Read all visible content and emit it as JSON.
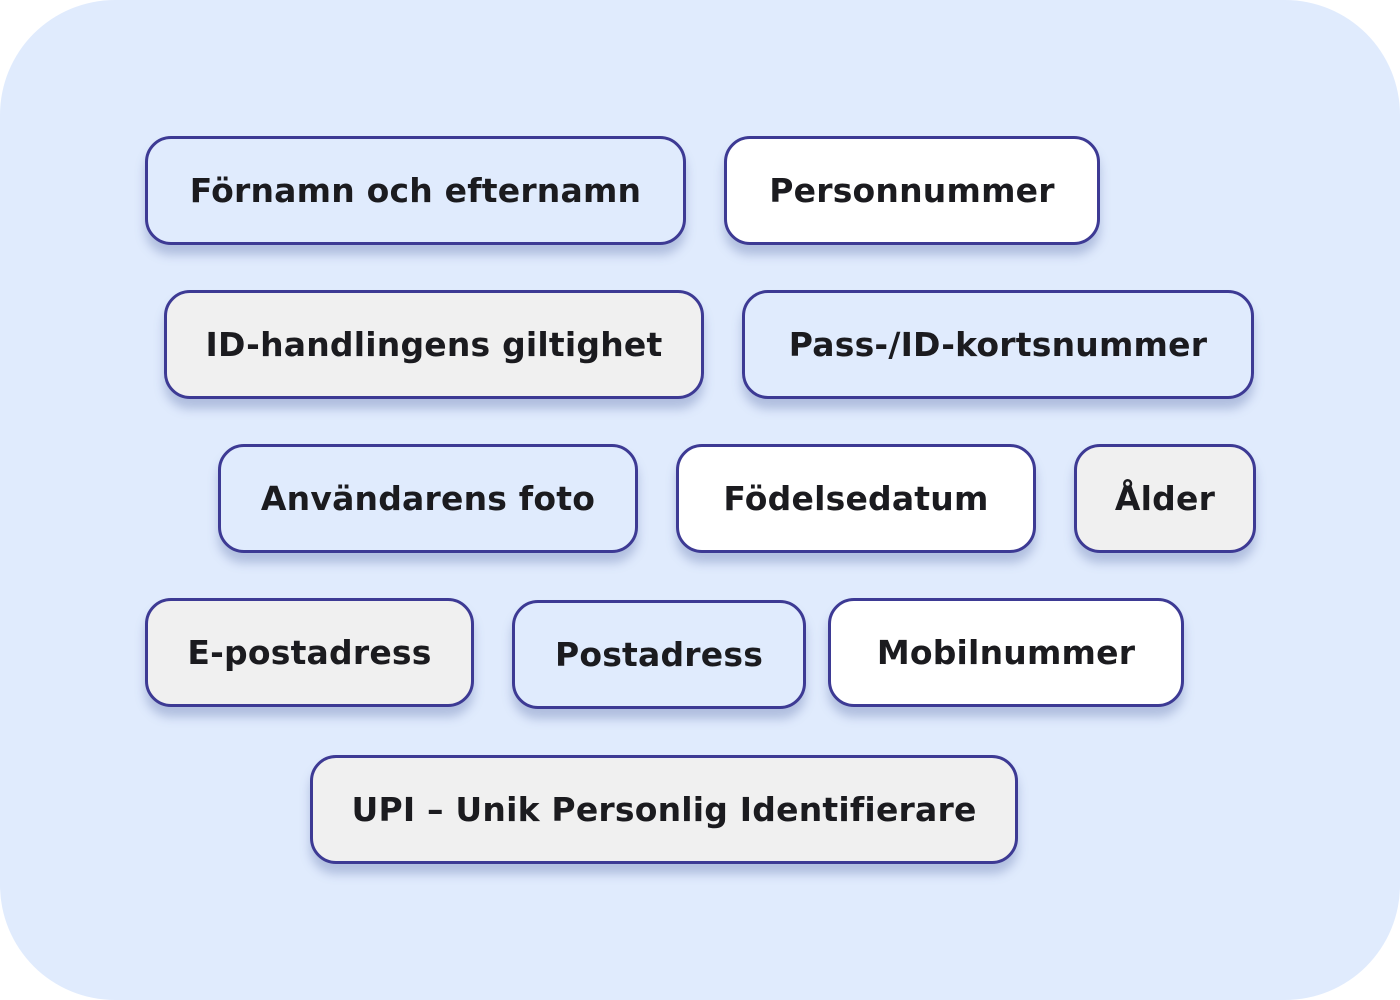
{
  "colors": {
    "panel": "#e0ebfd",
    "border": "#3d3a94",
    "blue": "#e0ebfd",
    "white": "#ffffff",
    "gray": "#f0f0f0"
  },
  "tags": [
    {
      "label": "Förnamn och efternamn",
      "fill": "blue"
    },
    {
      "label": "Personnummer",
      "fill": "white"
    },
    {
      "label": "ID-handlingens giltighet",
      "fill": "gray"
    },
    {
      "label": "Pass-/ID-kortsnummer",
      "fill": "blue"
    },
    {
      "label": "Användarens foto",
      "fill": "blue"
    },
    {
      "label": "Födelsedatum",
      "fill": "white"
    },
    {
      "label": "Ålder",
      "fill": "gray"
    },
    {
      "label": "E-postadress",
      "fill": "gray"
    },
    {
      "label": "Postadress",
      "fill": "blue"
    },
    {
      "label": "Mobilnummer",
      "fill": "white"
    },
    {
      "label": "UPI – Unik Personlig Identifierare",
      "fill": "gray"
    }
  ]
}
